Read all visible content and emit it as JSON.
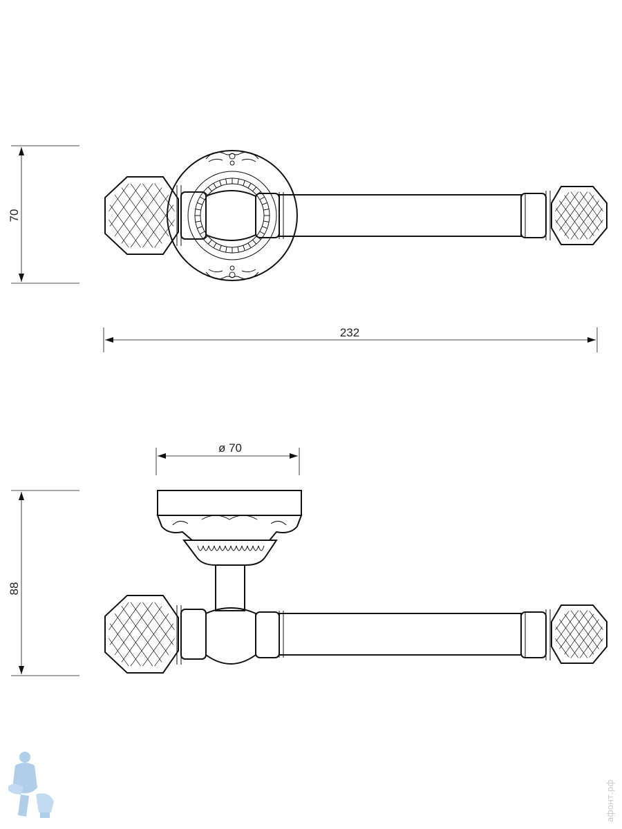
{
  "dimensions": {
    "top_height": "70",
    "top_length": "232",
    "diameter": "ø 70",
    "side_height": "88"
  },
  "watermark": {
    "logo_icon": "plumber-mascot-icon",
    "text": "афонт.рф"
  },
  "colors": {
    "line": "#111111",
    "logo": "#a8c8e8"
  }
}
